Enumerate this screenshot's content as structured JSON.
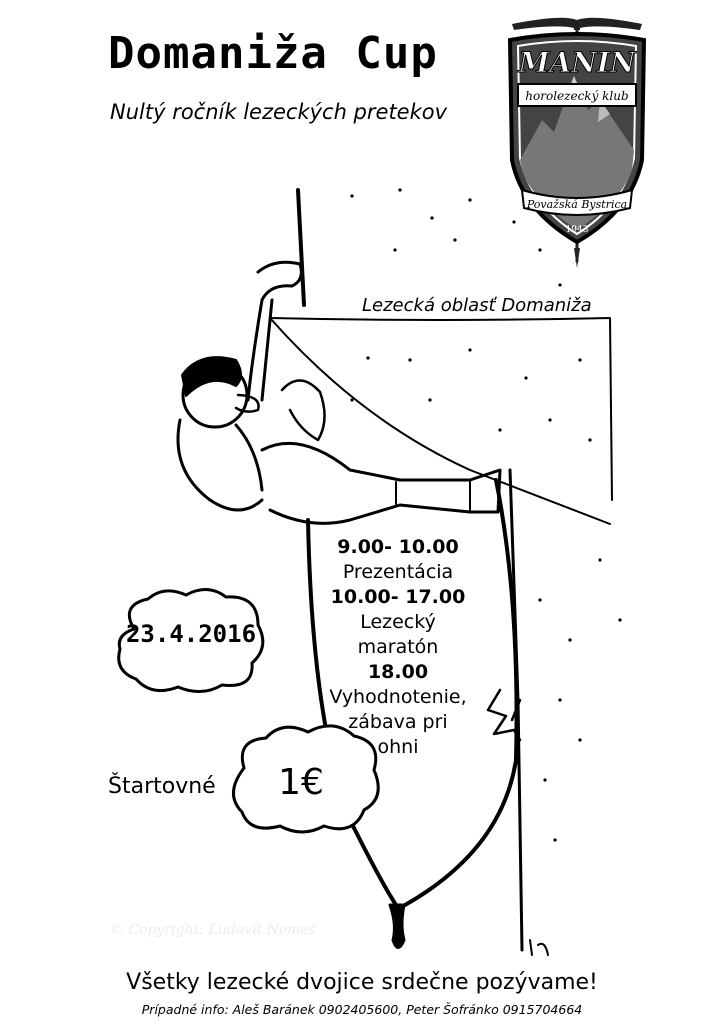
{
  "header": {
    "title": "Domaniža Cup",
    "subtitle": "Nultý ročník lezeckých pretekov"
  },
  "logo": {
    "top_text": "MANIN",
    "band_text": "horolezecký klub",
    "bottom_text": "Považská Bystrica",
    "year": "1943"
  },
  "area_label": "Lezecká oblasť Domaniža",
  "schedule": [
    {
      "time": "9.00- 10.00",
      "event": "Prezentácia"
    },
    {
      "time": "10.00- 17.00",
      "event": "Lezecký maratón"
    },
    {
      "time": "18.00",
      "event_lines": [
        "Vyhodnotenie,",
        "zábava pri",
        "ohni"
      ]
    }
  ],
  "date": "23.4.2016",
  "fee": {
    "label": "Štartovné",
    "value": "1€"
  },
  "watermark": "© Copyright: Ľudovít Nemeš",
  "invite": "Všetky lezecké dvojice srdečne pozývame!",
  "contact": "Prípadné info: Aleš Baránek  0902405600, Peter Šofránko 0915704664",
  "colors": {
    "ink": "#000000",
    "paper": "#ffffff",
    "logo_fill": "#555555"
  }
}
